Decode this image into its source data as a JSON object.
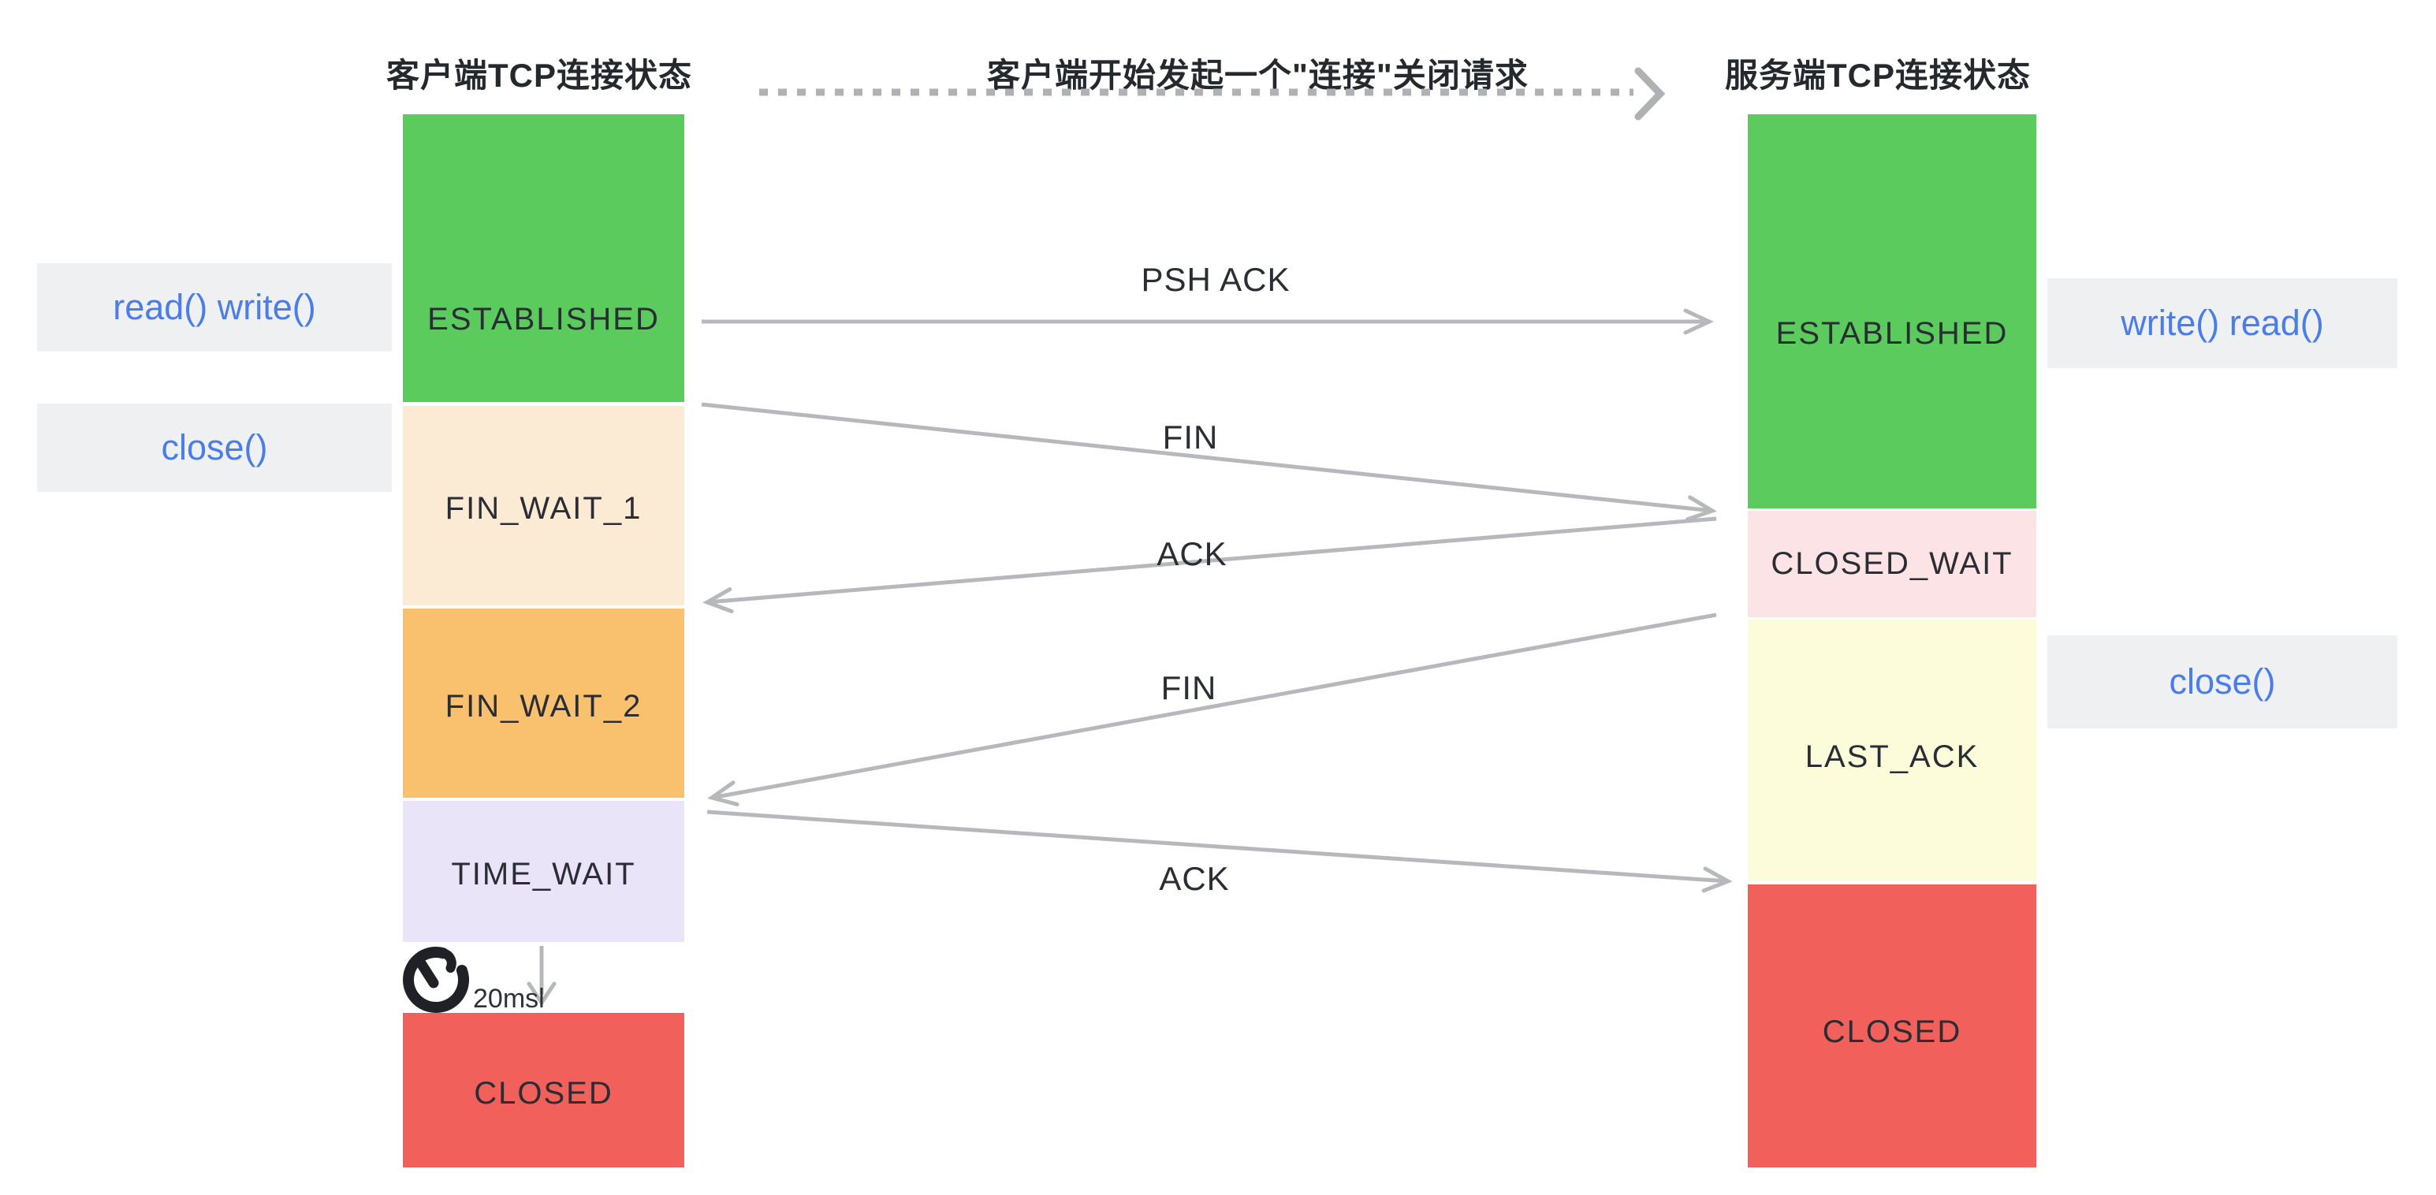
{
  "headers": {
    "client": "客户端TCP连接状态",
    "event": "客户端开始发起一个\"连接\"关闭请求",
    "server": "服务端TCP连接状态"
  },
  "client_column": {
    "states": [
      {
        "label": "ESTABLISHED",
        "color": "#5CCB5E"
      },
      {
        "label": "FIN_WAIT_1",
        "color": "#FCEBD4"
      },
      {
        "label": "FIN_WAIT_2",
        "color": "#F9C06E"
      },
      {
        "label": "TIME_WAIT",
        "color": "#EAE4F8"
      },
      {
        "label": "CLOSED",
        "color": "#F1605B"
      }
    ]
  },
  "server_column": {
    "states": [
      {
        "label": "ESTABLISHED",
        "color": "#5CCB5E"
      },
      {
        "label": "CLOSED_WAIT",
        "color": "#FCE3E5"
      },
      {
        "label": "LAST_ACK",
        "color": "#FDFCDA"
      },
      {
        "label": "CLOSED",
        "color": "#F1605B"
      }
    ]
  },
  "client_calls": [
    {
      "label": "read() write()"
    },
    {
      "label": "close()"
    }
  ],
  "server_calls": [
    {
      "label": "write() read()"
    },
    {
      "label": "close()"
    }
  ],
  "messages": [
    {
      "label": "PSH ACK"
    },
    {
      "label": "FIN"
    },
    {
      "label": "ACK"
    },
    {
      "label": "FIN"
    },
    {
      "label": "ACK"
    }
  ],
  "timer": {
    "duration_label": "20msl",
    "icon": "stopwatch-icon"
  },
  "palette": {
    "arrow_gray": "#B6B8BB",
    "dash_gray": "#AFB1B4",
    "call_label_bg": "#EEF0F2",
    "call_text_blue": "#4A7DE9",
    "state_text": "#2A2E34",
    "title_text": "#25292E",
    "timer_icon_black": "#1F2126"
  }
}
